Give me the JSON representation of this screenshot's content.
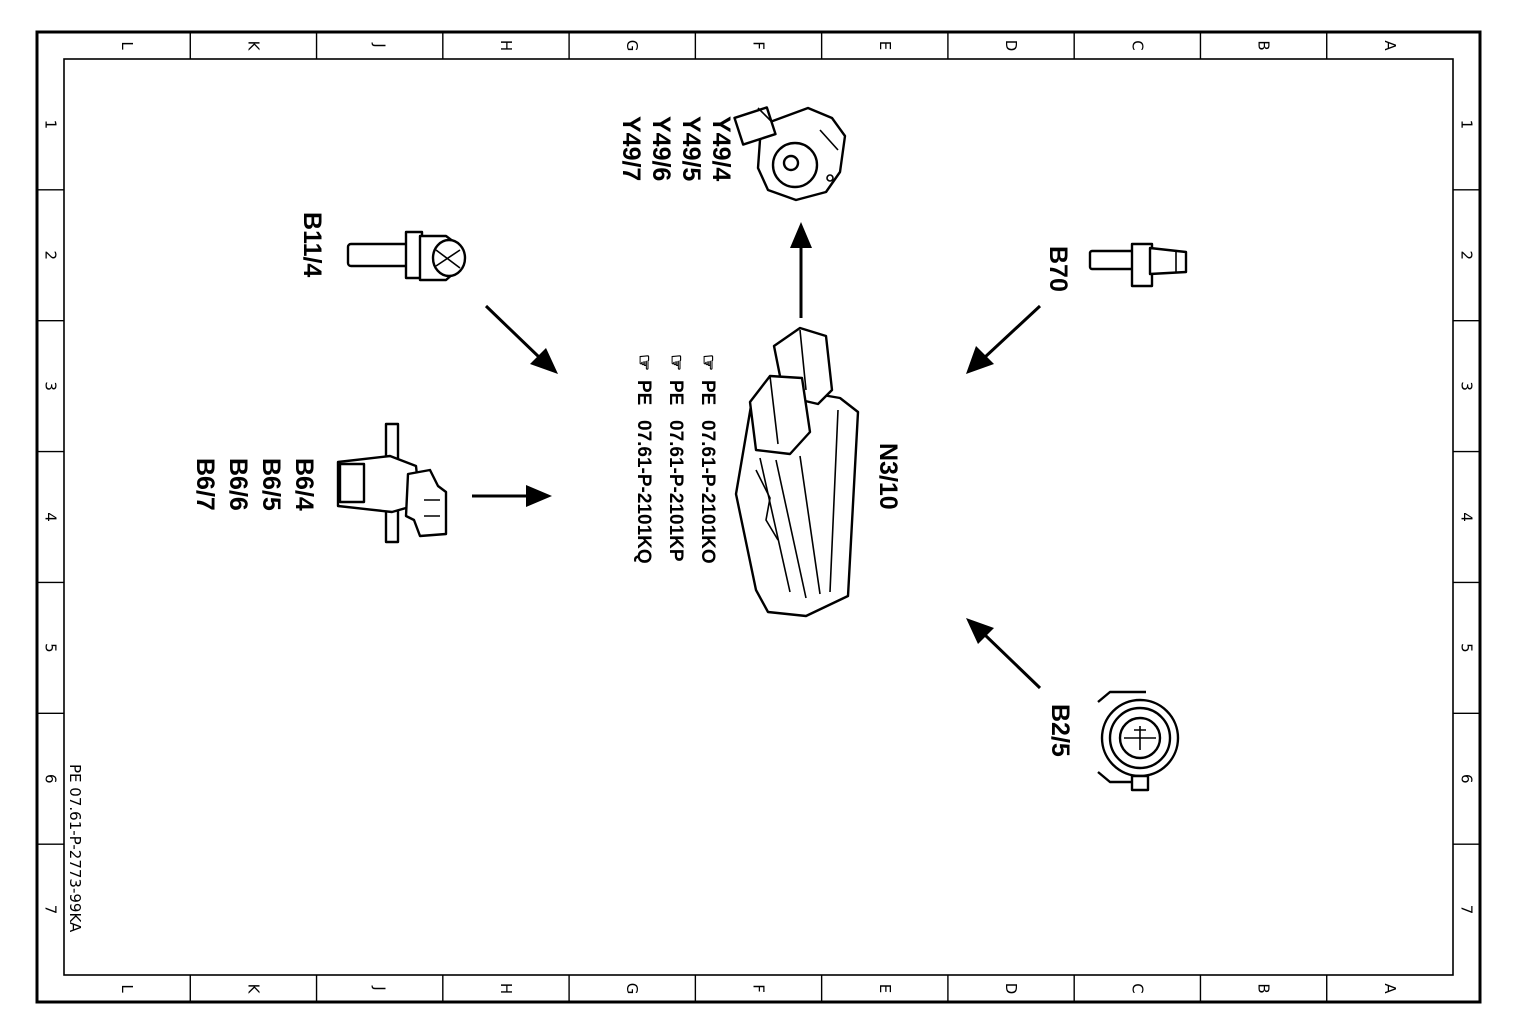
{
  "grid": {
    "columns": [
      "L",
      "K",
      "J",
      "H",
      "G",
      "F",
      "E",
      "D",
      "C",
      "B",
      "A"
    ],
    "rows": [
      "1",
      "2",
      "3",
      "4",
      "5",
      "6",
      "7"
    ]
  },
  "components": {
    "ecu": {
      "label": "N3/10"
    },
    "y49": {
      "labels": [
        "Y49/4",
        "Y49/5",
        "Y49/6",
        "Y49/7"
      ]
    },
    "b11": {
      "label": "B11/4"
    },
    "b70": {
      "label": "B70"
    },
    "b6": {
      "labels": [
        "B6/4",
        "B6/5",
        "B6/6",
        "B6/7"
      ]
    },
    "b2": {
      "label": "B2/5"
    }
  },
  "references": [
    {
      "icon": "pointing-hand-icon",
      "prefix": "PE",
      "code": "07.61-P-2101KO"
    },
    {
      "icon": "pointing-hand-icon",
      "prefix": "PE",
      "code": "07.61-P-2101KP"
    },
    {
      "icon": "pointing-hand-icon",
      "prefix": "PE",
      "code": "07.61-P-2101KQ"
    }
  ],
  "document_id": "PE 07.61-P-2773-99KA"
}
